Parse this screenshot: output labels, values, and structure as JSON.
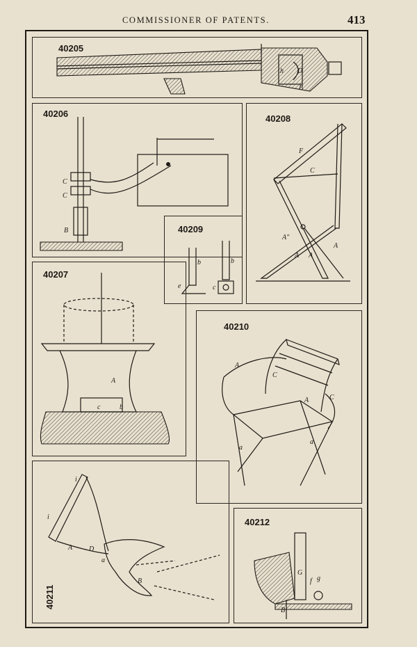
{
  "header": {
    "title": "COMMISSIONER OF PATENTS.",
    "page_number": "413"
  },
  "figures": [
    {
      "number": "40205",
      "labels": [
        "h",
        "D",
        "B"
      ]
    },
    {
      "number": "40206",
      "labels": [
        "C",
        "C",
        "B"
      ]
    },
    {
      "number": "40208",
      "labels": [
        "F",
        "C",
        "A\"",
        "A",
        "A",
        "A"
      ]
    },
    {
      "number": "40209",
      "labels": [
        "b",
        "b",
        "e",
        "c"
      ]
    },
    {
      "number": "40207",
      "labels": [
        "A",
        "c",
        "b"
      ]
    },
    {
      "number": "40210",
      "labels": [
        "A",
        "C",
        "A",
        "C",
        "a",
        "a"
      ]
    },
    {
      "number": "40211",
      "labels": [
        "i",
        "i",
        "A",
        "D",
        "a",
        "B"
      ]
    },
    {
      "number": "40212",
      "labels": [
        "G",
        "f",
        "g",
        "B"
      ]
    }
  ]
}
